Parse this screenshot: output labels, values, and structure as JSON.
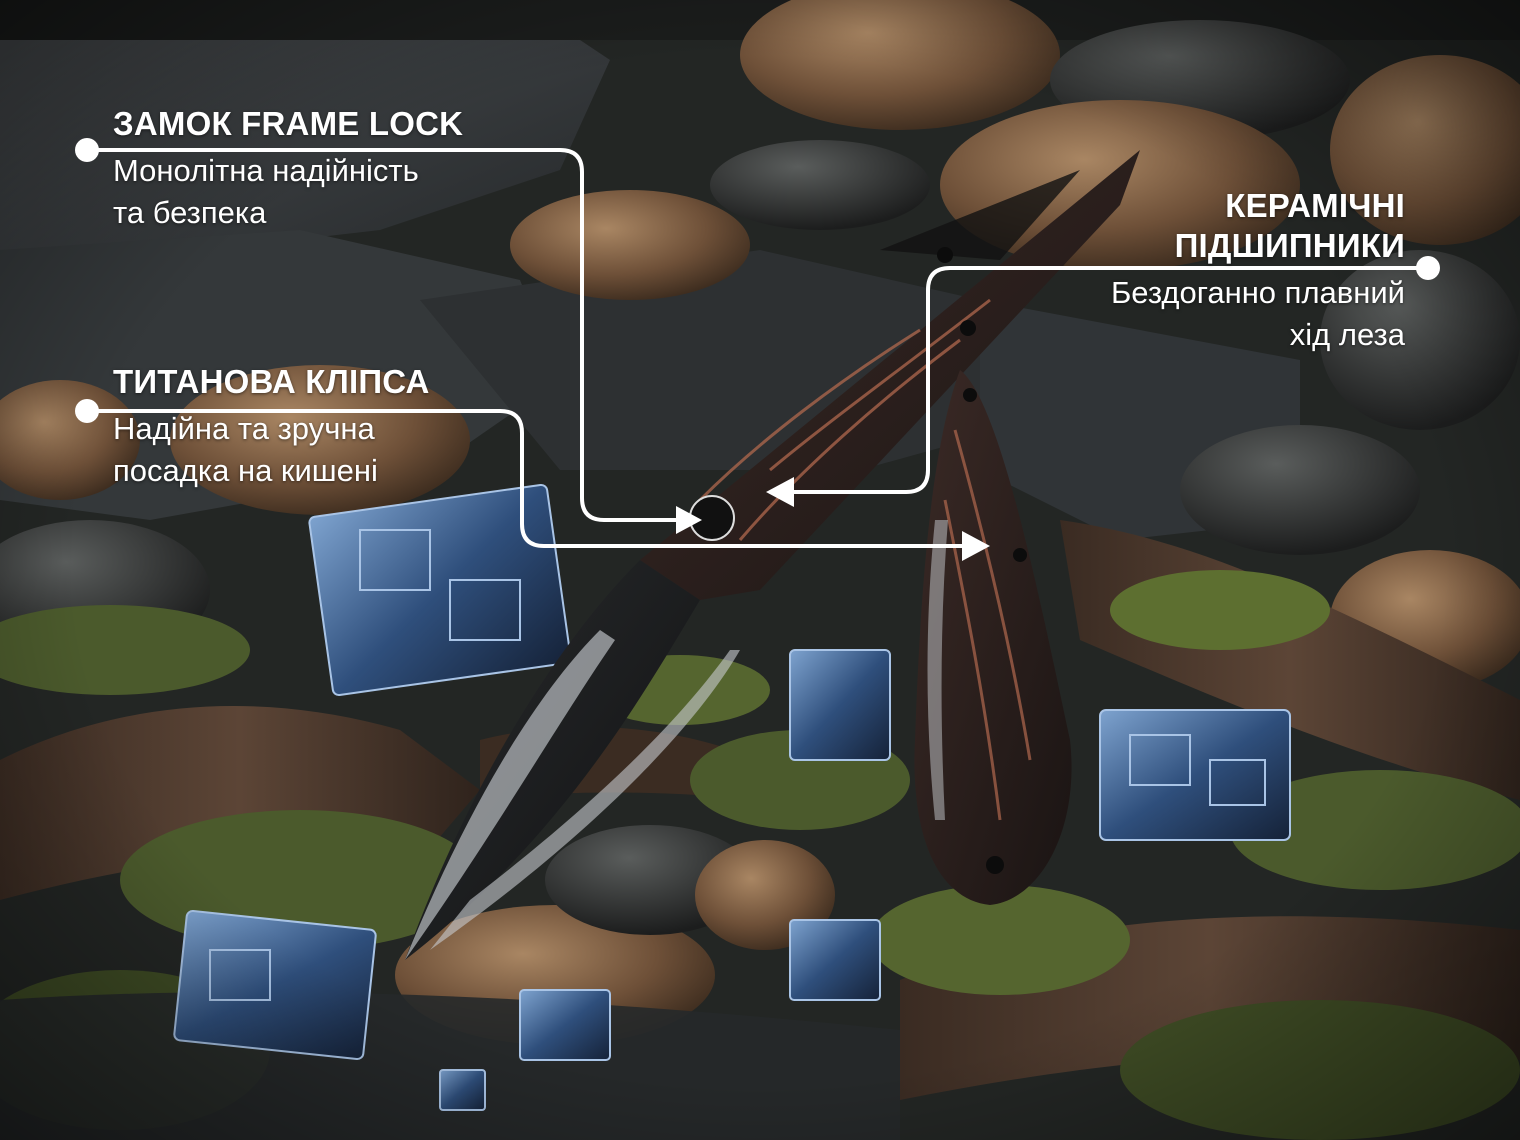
{
  "callouts": {
    "frame_lock": {
      "title": "ЗАМОК FRAME LOCK",
      "line1": "Монолітна надійність",
      "line2": "та безпека"
    },
    "clip": {
      "title": "ТИТАНОВА КЛІПСА",
      "line1": "Надійна та зручна",
      "line2": "посадка на кишені"
    },
    "bearings": {
      "title_line1": "КЕРАМІЧНІ",
      "title_line2": "ПІДШИПНИКИ",
      "line1": "Бездоганно плавний",
      "line2": "хід леза"
    }
  },
  "colors": {
    "text": "#ffffff",
    "leader_line": "#ffffff",
    "copper_accent": "#b0684e",
    "bismuth_blue": "#3d6b9a"
  },
  "icons": {
    "leader_dot": "filled-circle",
    "leader_arrow": "arrowhead"
  }
}
